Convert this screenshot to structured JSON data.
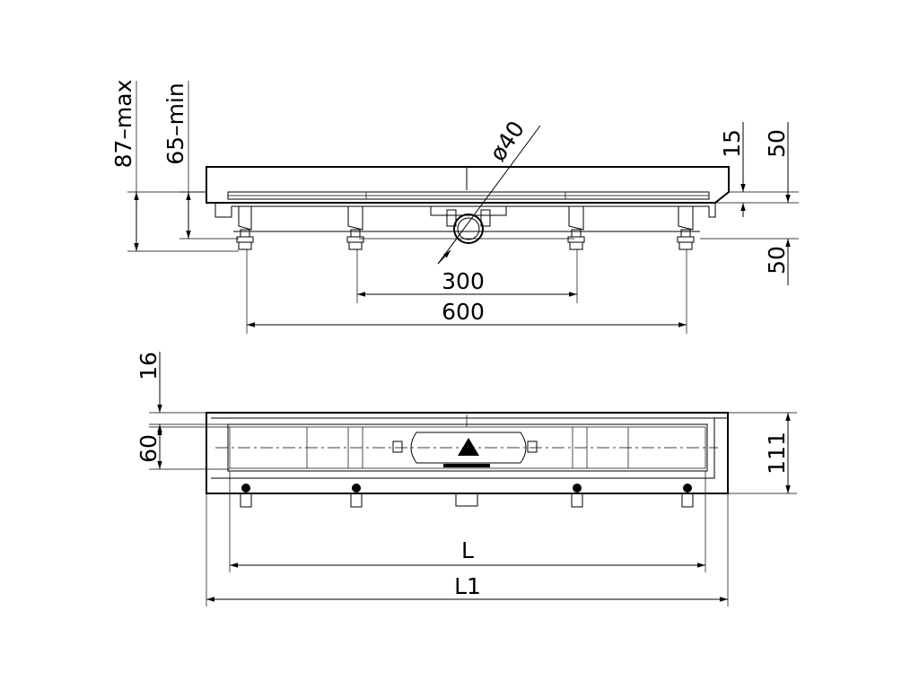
{
  "side_view": {
    "dims": {
      "max_height": "87–max",
      "min_height": "65–min",
      "diameter": "ø40",
      "depth_15": "15",
      "depth_50_top": "50",
      "depth_50_bottom": "50",
      "spacing_300": "300",
      "spacing_600": "600"
    }
  },
  "top_view": {
    "dims": {
      "offset_16": "16",
      "width_60": "60",
      "width_111": "111",
      "length_L": "L",
      "length_L1": "L1"
    }
  },
  "colors": {
    "line": "#000000",
    "background": "#ffffff"
  }
}
